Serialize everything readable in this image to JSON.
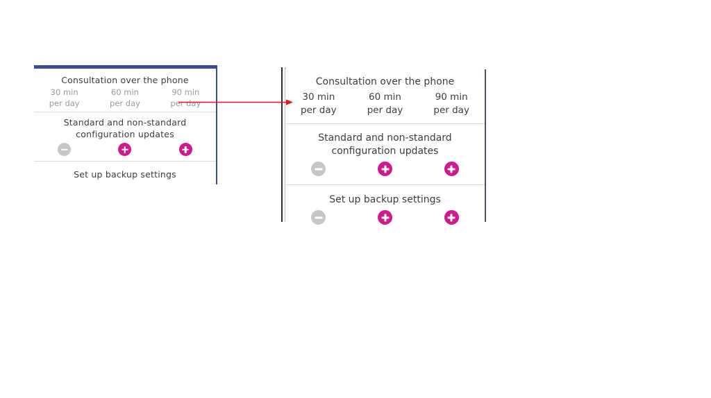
{
  "product_table": {
    "header": {
      "title": "Consultation over the phone",
      "options": [
        "30 min per day",
        "60 min per day",
        "90 min per day"
      ],
      "options_wrapped": [
        [
          "30 min",
          "per day"
        ],
        [
          "60 min",
          "per day"
        ],
        [
          "90 min",
          "per day"
        ]
      ]
    },
    "rows": [
      {
        "title": "Standard and non-standard configuration updates",
        "controls": [
          {
            "state": "disabled",
            "icon": "minus-icon"
          },
          {
            "state": "active",
            "icon": "plus-icon"
          },
          {
            "state": "active",
            "icon": "plus-icon"
          }
        ]
      },
      {
        "title": "Set up backup settings",
        "controls": [
          {
            "state": "disabled",
            "icon": "minus-icon"
          },
          {
            "state": "active",
            "icon": "plus-icon"
          },
          {
            "state": "active",
            "icon": "plus-icon"
          }
        ]
      }
    ]
  },
  "annotation": {
    "arrow_icon": "arrow-right-icon",
    "arrow_color": "#e8161a",
    "points_from": "90 min per day",
    "points_to": "30 min per day"
  },
  "colors": {
    "accent_magenta": "#d2198c",
    "disabled_gray": "#c6c6c6",
    "panel_blue": "#3c4a9c",
    "panel_border_gray": "#4a5270",
    "divider": "#dcdcdc",
    "text_dark": "#3d3d3d",
    "text_muted": "#9a9aa5",
    "arrow_red": "#e8161a"
  }
}
